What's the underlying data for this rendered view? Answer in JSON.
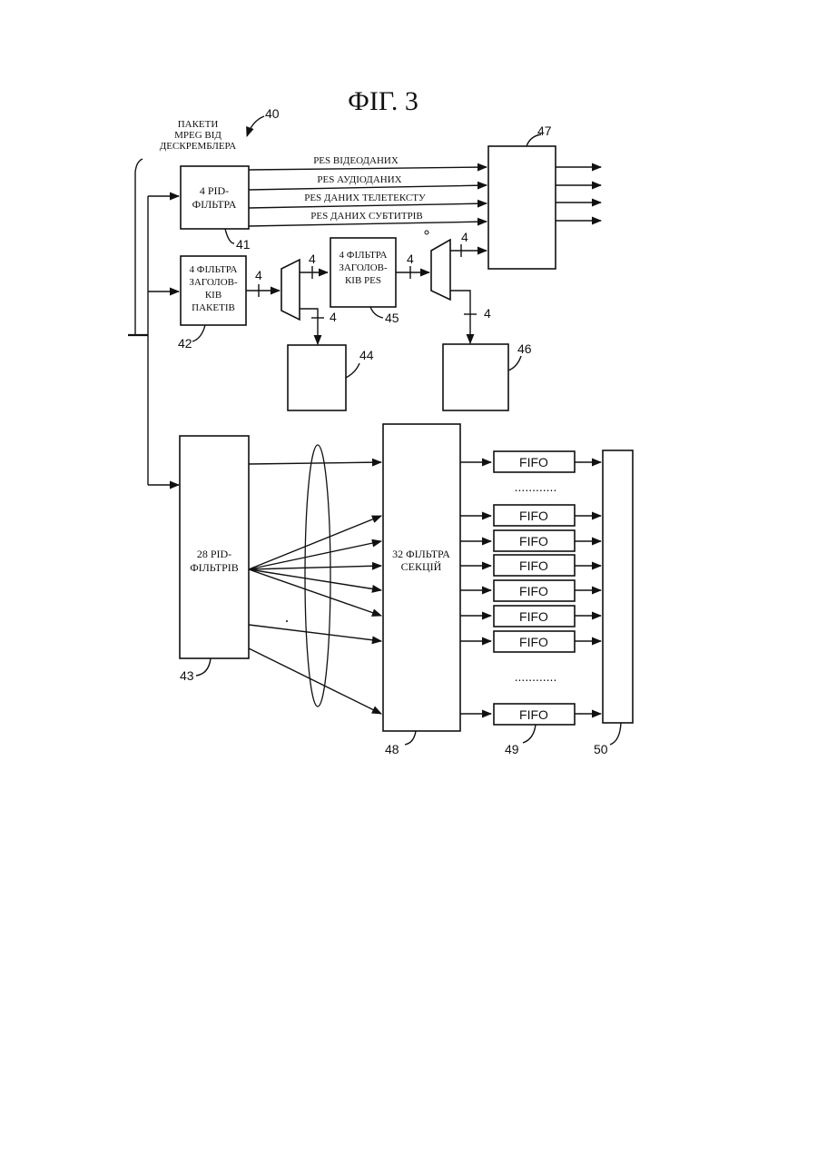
{
  "figure": {
    "title": "ФІГ. 3",
    "ref": "40"
  },
  "input_label": [
    "ПАКЕТИ",
    "MPEG ВІД",
    "ДЕСКРЕМБЛЕРА"
  ],
  "blocks": {
    "b41": {
      "lines": [
        "4 PID-",
        "ФІЛЬТРА"
      ],
      "ref": "41"
    },
    "b42": {
      "lines": [
        "4 ФІЛЬТРА",
        "ЗАГОЛОВ-",
        "КІВ",
        "ПАКЕТІВ"
      ],
      "ref": "42"
    },
    "b43": {
      "lines": [
        "28 PID-",
        "ФІЛЬТРІВ"
      ],
      "ref": "43"
    },
    "b44": {
      "ref": "44"
    },
    "b45": {
      "lines": [
        "4 ФІЛЬТРА",
        "ЗАГОЛОВ-",
        "КІВ PES"
      ],
      "ref": "45"
    },
    "b46": {
      "ref": "46"
    },
    "b47": {
      "ref": "47"
    },
    "b48": {
      "lines": [
        "32 ФІЛЬТРА",
        "СЕКЦІЙ"
      ],
      "ref": "48"
    },
    "b49": {
      "ref": "49"
    },
    "b50": {
      "ref": "50"
    }
  },
  "pes_streams": [
    "PES ВІДЕОДАНИХ",
    "PES АУДІОДАНИХ",
    "PES ДАНИХ ТЕЛЕТЕКСТУ",
    "PES ДАНИХ СУБТИТРІВ"
  ],
  "bus_width": "4",
  "fifo_label": "FIFO",
  "ellipsis": "............"
}
